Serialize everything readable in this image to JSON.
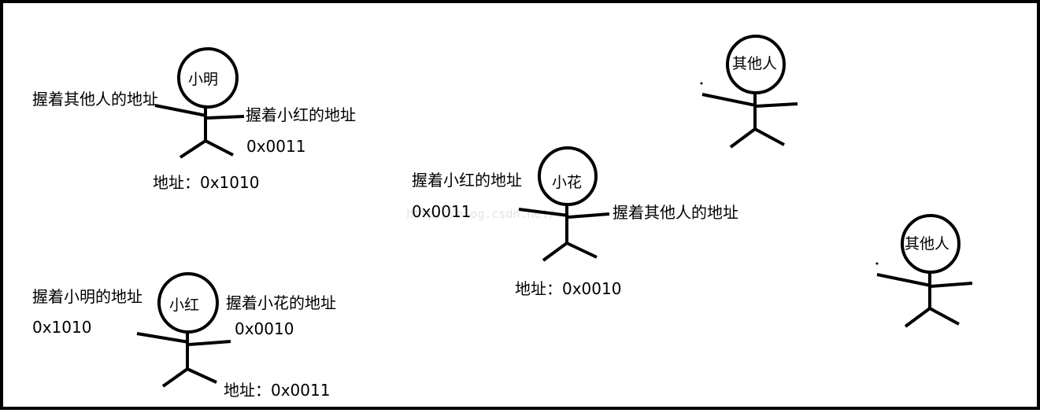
{
  "people": [
    {
      "id": "xiaoming",
      "name": "小明",
      "left_text": "握着其他人的地址",
      "right_text": "握着小红的地址",
      "right_value": "0x0011",
      "address": "地址：0x1010"
    },
    {
      "id": "xiaohong",
      "name": "小红",
      "left_text": "握着小明的地址",
      "left_value": "0x1010",
      "right_text": "握着小花的地址",
      "right_value": "0x0010",
      "address": "地址：0x0011"
    },
    {
      "id": "xiaohua",
      "name": "小花",
      "left_text": "握着小红的地址",
      "left_value": "0x0011",
      "right_text": "握着其他人的地址",
      "address": "地址：0x0010"
    },
    {
      "id": "other1",
      "name": "其他人"
    },
    {
      "id": "other2",
      "name": "其他人"
    }
  ],
  "watermark": "http://blog.csdn.net/",
  "colors": {
    "stroke": "#000000",
    "watermark": "#e3e3e3"
  }
}
